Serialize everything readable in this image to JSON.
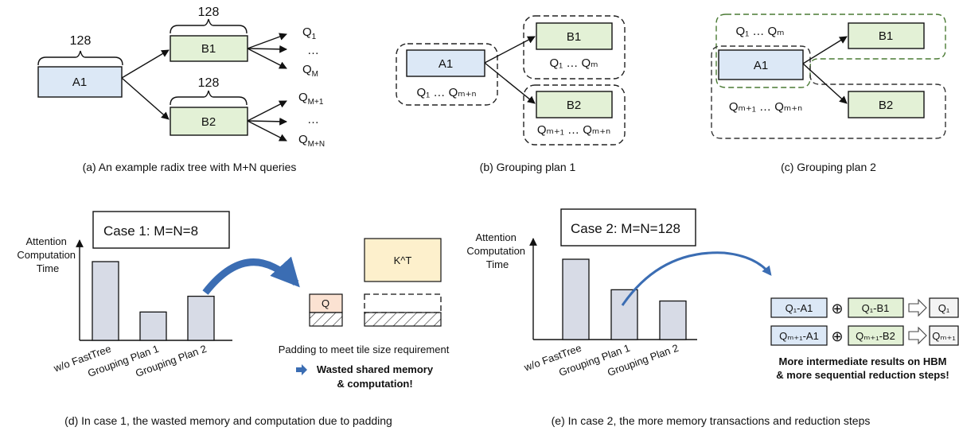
{
  "colors": {
    "blue_fill": "#dce8f6",
    "green_fill": "#e3f1d6",
    "peach_fill": "#fbe2d2",
    "yellow_fill": "#fdf0cc",
    "bar_fill": "#d7dbe6",
    "arrow_blue": "#3b6db3",
    "dashed_dark": "#333333",
    "dashed_green": "#4a7a33"
  },
  "icons": [
    "curved-arrow-icon",
    "block-arrow-icon",
    "circled-plus-icon"
  ],
  "a": {
    "caption": "(a) An example radix tree with M+N queries",
    "width_a1": "128",
    "width_b1": "128",
    "width_b2": "128",
    "a1": "A1",
    "b1": "B1",
    "b2": "B2",
    "q1": "Q",
    "q1_sub": "1",
    "qm": "Q",
    "qm_sub": "M",
    "qm1": "Q",
    "qm1_sub": "M+1",
    "qmn": "Q",
    "qmn_sub": "M+N",
    "dots": "…"
  },
  "b": {
    "caption": "(b) Grouping plan 1",
    "a1": "A1",
    "b1": "B1",
    "b2": "B2",
    "a1_group": "Q₁ … Qₘ₊ₙ",
    "b1_group": "Q₁ … Qₘ",
    "b2_group": "Qₘ₊₁ … Qₘ₊ₙ"
  },
  "c": {
    "caption": "(c) Grouping plan 2",
    "a1": "A1",
    "b1": "B1",
    "b2": "B2",
    "top_group": "Q₁ … Qₘ",
    "bottom_group": "Qₘ₊₁ … Qₘ₊ₙ"
  },
  "d": {
    "caption": "(d) In case 1, the wasted memory and computation due to padding",
    "case_label": "Case 1: M=N=8",
    "ylabel": [
      "Attention",
      "Computation",
      "Time"
    ],
    "bars": [
      {
        "label": "w/o FastTree",
        "value": 1.0
      },
      {
        "label": "Grouping Plan 1",
        "value": 0.36
      },
      {
        "label": "Grouping Plan 2",
        "value": 0.56
      }
    ],
    "q_label": "Q",
    "kt_label": "K^T",
    "padding_note": "Padding to meet tile size requirement",
    "wasted_line1": "Wasted shared memory",
    "wasted_line2": "& computation!"
  },
  "e": {
    "caption": "(e) In case 2, the more memory transactions and reduction steps",
    "case_label": "Case 2: M=N=128",
    "ylabel": [
      "Attention",
      "Computation",
      "Time"
    ],
    "bars": [
      {
        "label": "w/o FastTree",
        "value": 1.0
      },
      {
        "label": "Grouping Plan 1",
        "value": 0.62
      },
      {
        "label": "Grouping Plan 2",
        "value": 0.48
      }
    ],
    "row1": {
      "left": "Q₁-A1",
      "mid": "Q₁-B1",
      "right": "Q₁"
    },
    "row2": {
      "left": "Qₘ₊₁-A1",
      "mid": "Qₘ₊₁-B2",
      "right": "Qₘ₊₁"
    },
    "note_line1": "More intermediate results on HBM",
    "note_line2": "& more sequential reduction steps!"
  }
}
